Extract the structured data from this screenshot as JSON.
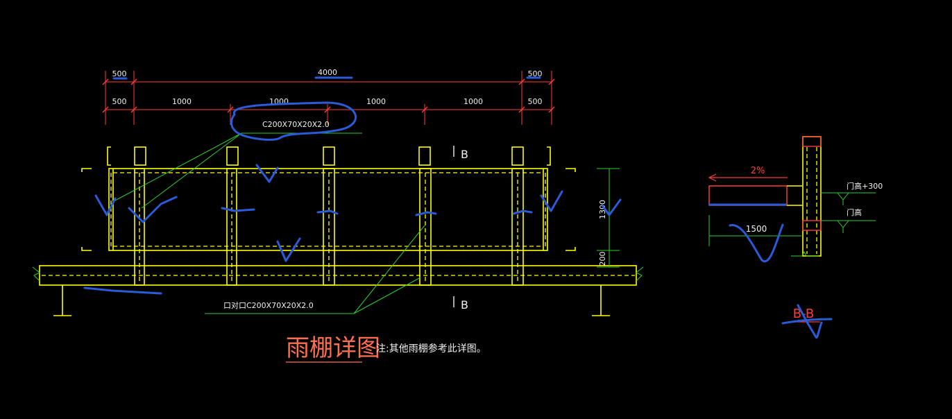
{
  "plan": {
    "dims_top": {
      "left": "500",
      "total": "4000",
      "right": "500"
    },
    "dims_bottom": [
      "500",
      "1000",
      "1000",
      "1000",
      "1000",
      "500"
    ],
    "dims_vertical": {
      "upper": "1300",
      "lower": "200"
    },
    "section_mark_top": "B",
    "section_mark_bottom": "B",
    "member_label_top": "C200X70X20X2.0",
    "member_label_bottom": "口对口C200X70X20X2.0"
  },
  "title": {
    "text": "雨棚详图",
    "note": "注:其他雨棚参考此详图。"
  },
  "section": {
    "slope": "2%",
    "width_dim": "1500",
    "level_upper": "门高+300",
    "level_lower": "门高",
    "label": "B-B"
  },
  "colors": {
    "background": "#000000",
    "beam": "#ffff00",
    "dimension": "#ff3b3b",
    "leader": "#2bd12b",
    "annotation_ink": "#2a5bd8",
    "title": "#ff6f4f"
  }
}
